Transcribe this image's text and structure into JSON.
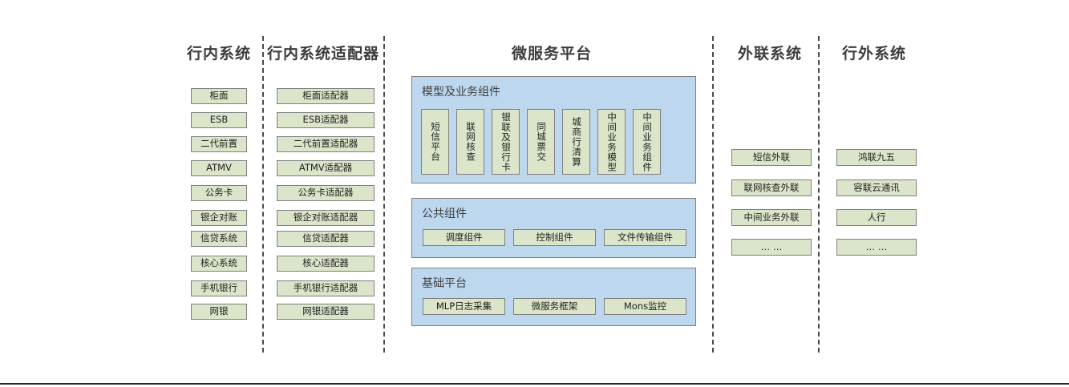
{
  "columns": [
    {
      "id": "internal-systems",
      "title": "行内系统",
      "nodes": [
        "柜面",
        "ESB",
        "二代前置",
        "ATMV",
        "公务卡",
        "银企对账",
        "信贷系统",
        "核心系统",
        "手机银行",
        "网银"
      ]
    },
    {
      "id": "internal-adapters",
      "title": "行内系统适配器",
      "nodes": [
        "柜面适配器",
        "ESB适配器",
        "二代前置适配器",
        "ATMV适配器",
        "公务卡适配器",
        "银企对账适配器",
        "信贷适配器",
        "核心适配器",
        "手机银行适配器",
        "网银适配器"
      ]
    },
    {
      "id": "microservice-platform",
      "title": "微服务平台"
    },
    {
      "id": "external-link-systems",
      "title": "外联系统",
      "nodes": [
        "短信外联",
        "联网核查外联",
        "中间业务外联",
        "… …"
      ]
    },
    {
      "id": "offbank-systems",
      "title": "行外系统",
      "nodes": [
        "鸿联九五",
        "容联云通讯",
        "人行",
        "… …"
      ]
    }
  ],
  "platform": {
    "panels": [
      {
        "id": "model-business-components",
        "title": "模型及业务组件",
        "orientation": "vertical",
        "nodes": [
          "短信平台",
          "联网核查",
          "银联及银行卡",
          "同城票交",
          "城商行清算",
          "中间业务模型",
          "中间业务组件"
        ]
      },
      {
        "id": "public-components",
        "title": "公共组件",
        "orientation": "horizontal",
        "nodes": [
          "调度组件",
          "控制组件",
          "文件传输组件"
        ]
      },
      {
        "id": "base-platform",
        "title": "基础平台",
        "orientation": "horizontal",
        "nodes": [
          "MLP日志采集",
          "微服务框架",
          "Mons监控"
        ]
      }
    ]
  },
  "colors": {
    "node_fill": "#dbe5c9",
    "node_border": "#7f7f7f",
    "panel_fill": "#bdd7ee",
    "panel_border": "#7f7f7f",
    "divider": "#4b4b4b",
    "title_text": "#3d3d3d",
    "panel_title_text": "#404040",
    "background": "#ffffff"
  }
}
